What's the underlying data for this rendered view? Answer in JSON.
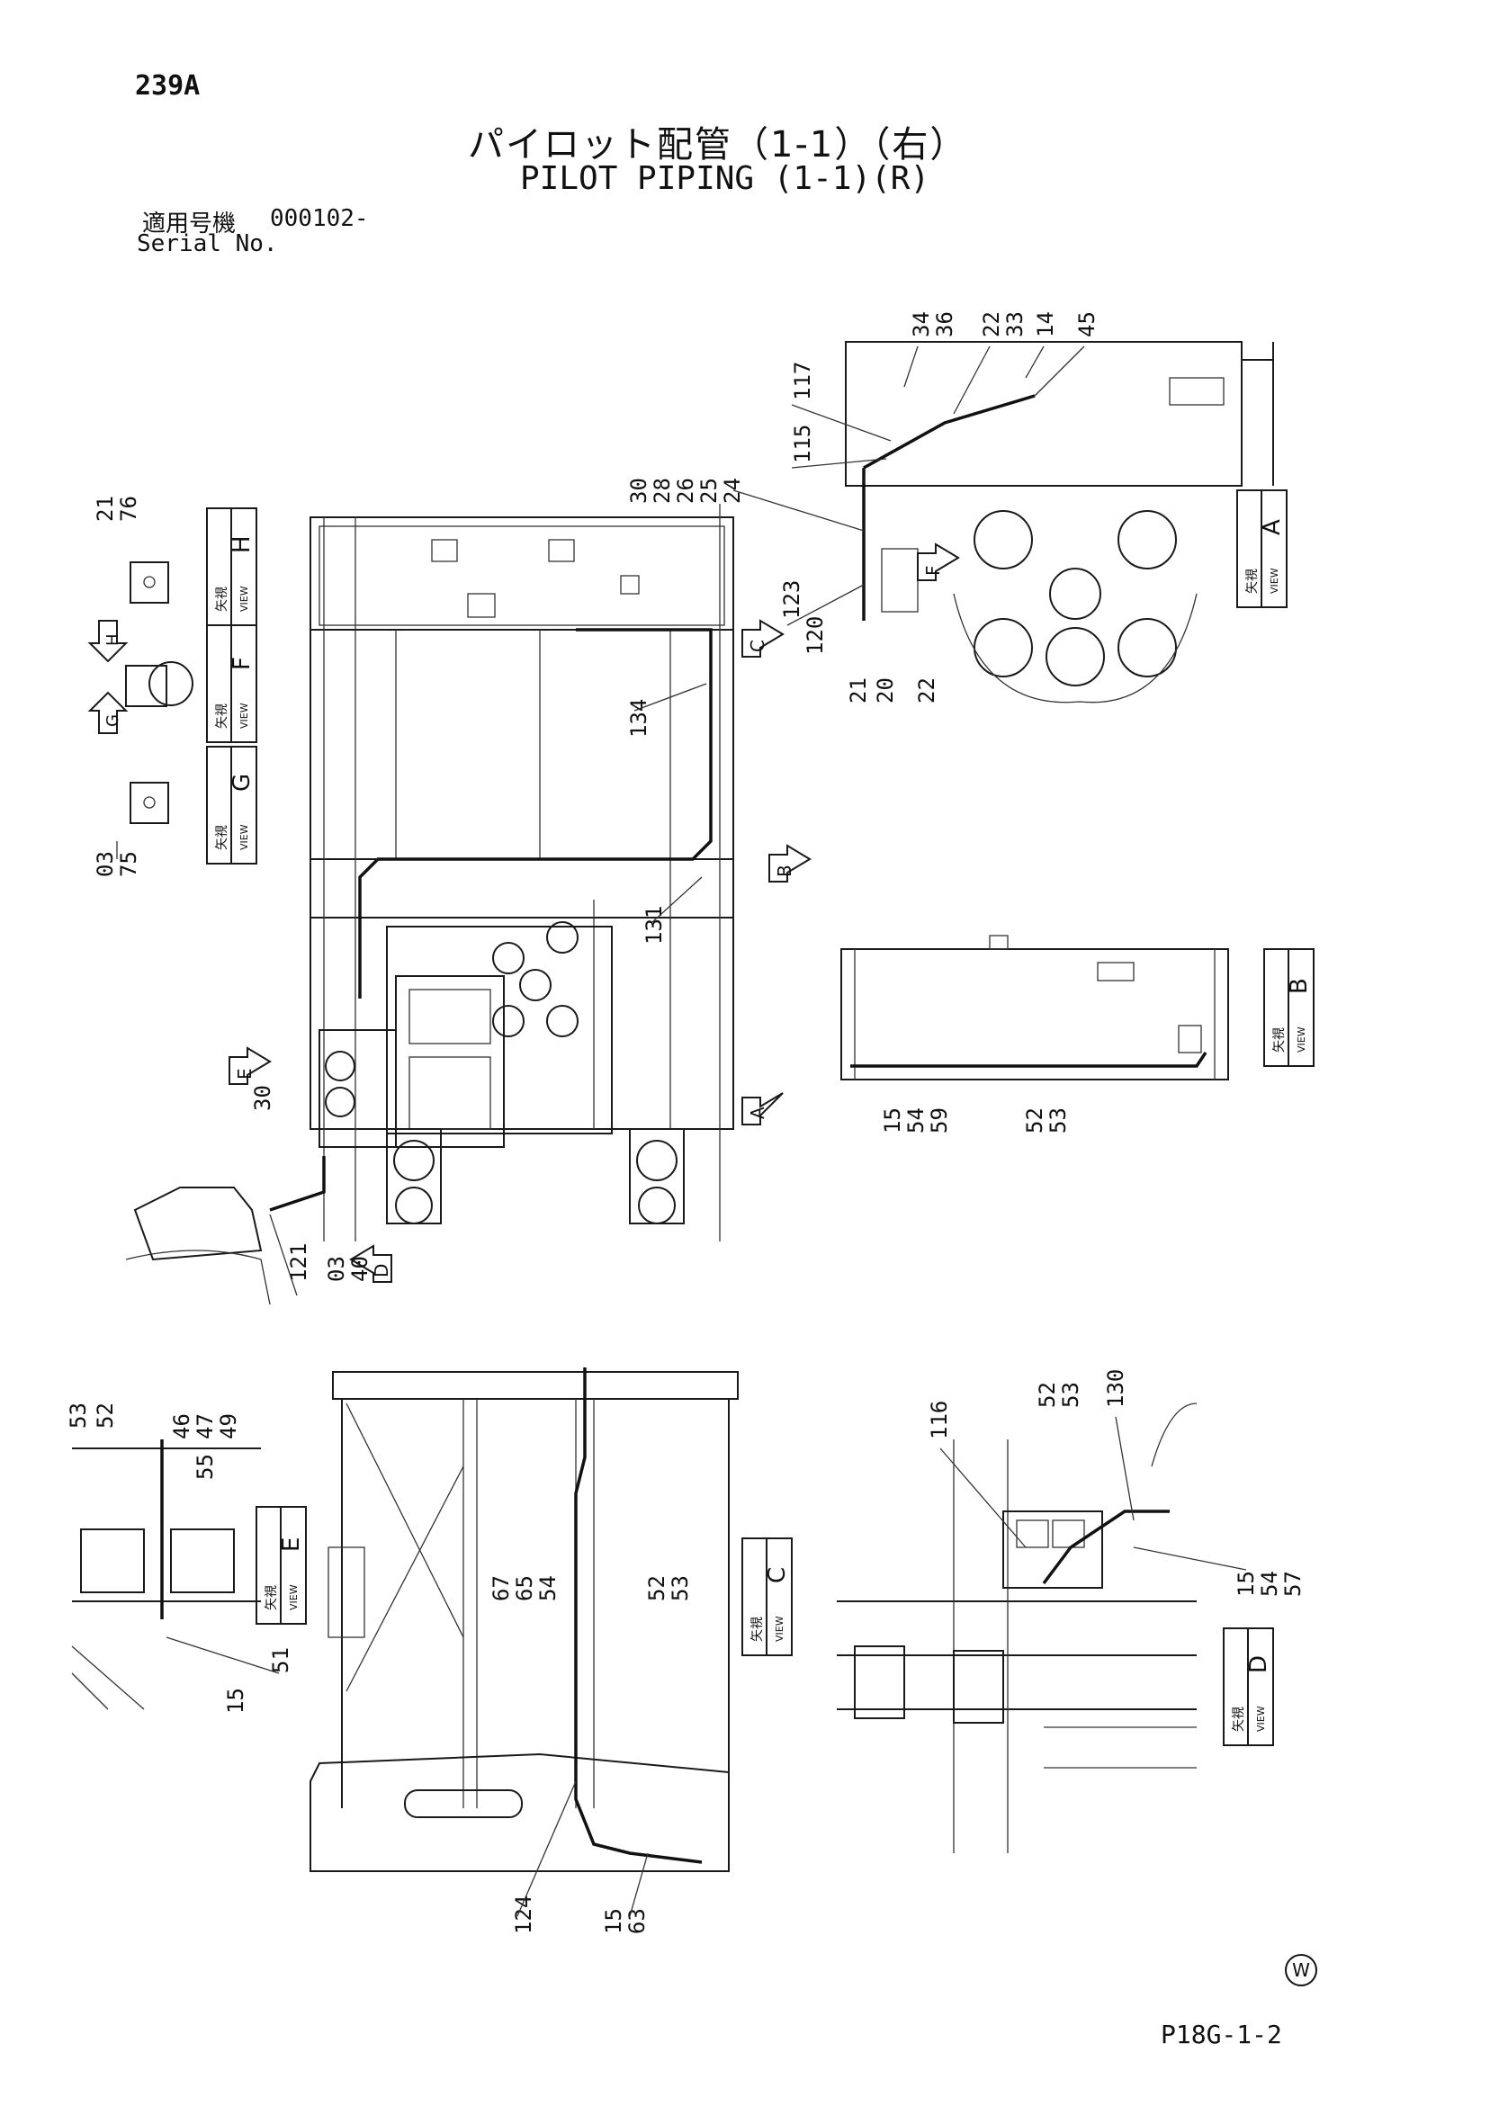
{
  "header": {
    "page_number": "239A",
    "title_jp": "パイロット配管（1-1）（右）",
    "title_en": "PILOT PIPING (1-1)(R)",
    "serial_label_jp": "適用号機",
    "serial_value": "000102-",
    "serial_label_en": "Serial No."
  },
  "footer": {
    "doc_code": "P18G-1-2",
    "mark": "W"
  },
  "view_boxes": [
    {
      "jp": "矢視",
      "en": "VIEW",
      "letter": "A"
    },
    {
      "jp": "矢視",
      "en": "VIEW",
      "letter": "B"
    },
    {
      "jp": "矢視",
      "en": "VIEW",
      "letter": "C"
    },
    {
      "jp": "矢視",
      "en": "VIEW",
      "letter": "D"
    },
    {
      "jp": "矢視",
      "en": "VIEW",
      "letter": "E"
    },
    {
      "jp": "矢視",
      "en": "VIEW",
      "letter": "F"
    },
    {
      "jp": "矢視",
      "en": "VIEW",
      "letter": "G"
    },
    {
      "jp": "矢視",
      "en": "VIEW",
      "letter": "H"
    }
  ],
  "view_arrows": [
    "A",
    "B",
    "C",
    "D",
    "E",
    "F",
    "G",
    "H"
  ],
  "callouts": [
    "34",
    "36",
    "22",
    "33",
    "14",
    "45",
    "117",
    "115",
    "30",
    "28",
    "26",
    "25",
    "24",
    "123",
    "120",
    "21",
    "20",
    "22",
    "134",
    "21",
    "76",
    "03",
    "75",
    "131",
    "30",
    "121",
    "03",
    "40",
    "15",
    "54",
    "59",
    "52",
    "53",
    "53",
    "52",
    "46",
    "47",
    "49",
    "55",
    "51",
    "15",
    "67",
    "65",
    "54",
    "52",
    "53",
    "124",
    "15",
    "63",
    "116",
    "52",
    "53",
    "130",
    "15",
    "54",
    "57"
  ]
}
